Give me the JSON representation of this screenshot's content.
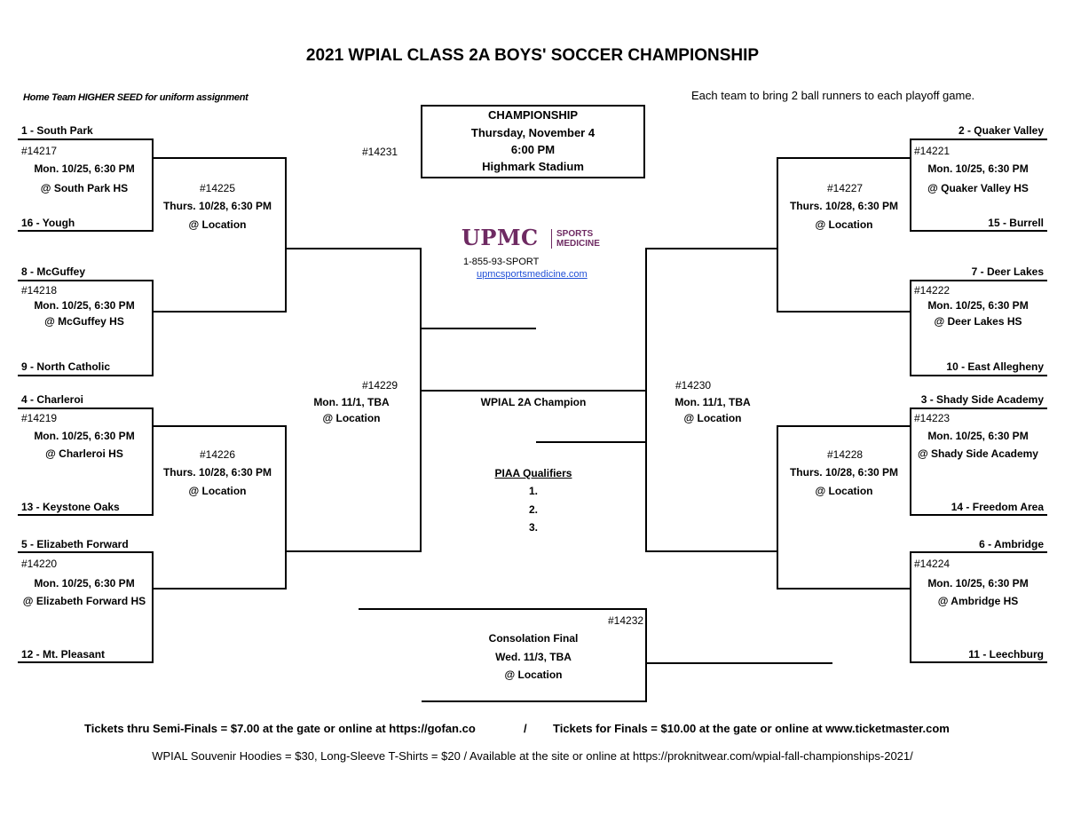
{
  "title": "2021 WPIAL CLASS 2A BOYS' SOCCER CHAMPIONSHIP",
  "home_note": "Home Team HIGHER SEED for uniform assignment",
  "ball_note": "Each team to bring 2 ball runners to each playoff game.",
  "championship": {
    "heading": "CHAMPIONSHIP",
    "date": "Thursday, November 4",
    "time": "6:00 PM",
    "venue": "Highmark Stadium",
    "game": "#14231"
  },
  "sponsor": {
    "logo_text": "UPMC",
    "logo_sub1": "SPORTS",
    "logo_sub2": "MEDICINE",
    "phone": "1-855-93-SPORT",
    "url": "upmcsportsmedicine.com"
  },
  "left": {
    "r1": [
      {
        "top": "1 - South Park",
        "game": "#14217",
        "date": "Mon. 10/25, 6:30 PM",
        "loc": "@ South Park HS",
        "bottom": "16 - Yough"
      },
      {
        "top": "8 - McGuffey",
        "game": "#14218",
        "date": "Mon. 10/25, 6:30 PM",
        "loc": "@ McGuffey HS",
        "bottom": "9 - North Catholic"
      },
      {
        "top": "4 - Charleroi",
        "game": "#14219",
        "date": "Mon. 10/25, 6:30 PM",
        "loc": "@ Charleroi HS",
        "bottom": "13 - Keystone Oaks"
      },
      {
        "top": "5 - Elizabeth Forward",
        "game": "#14220",
        "date": "Mon. 10/25, 6:30 PM",
        "loc": "@ Elizabeth Forward HS",
        "bottom": "12 - Mt. Pleasant"
      }
    ],
    "qf": [
      {
        "game": "#14225",
        "date": "Thurs. 10/28, 6:30 PM",
        "loc": "@ Location"
      },
      {
        "game": "#14226",
        "date": "Thurs. 10/28, 6:30 PM",
        "loc": "@ Location"
      }
    ],
    "sf": {
      "game": "#14229",
      "date": "Mon. 11/1, TBA",
      "loc": "@ Location"
    }
  },
  "right": {
    "r1": [
      {
        "top": "2 - Quaker Valley",
        "game": "#14221",
        "date": "Mon. 10/25, 6:30 PM",
        "loc": "@ Quaker Valley HS",
        "bottom": "15 - Burrell"
      },
      {
        "top": "7 - Deer Lakes",
        "game": "#14222",
        "date": "Mon. 10/25, 6:30 PM",
        "loc": "@ Deer Lakes HS",
        "bottom": "10 - East Allegheny"
      },
      {
        "top": "3 - Shady Side Academy",
        "game": "#14223",
        "date": "Mon. 10/25, 6:30 PM",
        "loc": "@ Shady Side Academy",
        "bottom": "14 - Freedom Area"
      },
      {
        "top": "6 - Ambridge",
        "game": "#14224",
        "date": "Mon. 10/25, 6:30 PM",
        "loc": "@ Ambridge HS",
        "bottom": "11 - Leechburg"
      }
    ],
    "qf": [
      {
        "game": "#14227",
        "date": "Thurs. 10/28, 6:30 PM",
        "loc": "@ Location"
      },
      {
        "game": "#14228",
        "date": "Thurs. 10/28, 6:30 PM",
        "loc": "@ Location"
      }
    ],
    "sf": {
      "game": "#14230",
      "date": "Mon. 11/1, TBA",
      "loc": "@ Location"
    }
  },
  "champion_label": "WPIAL 2A Champion",
  "piaa": {
    "heading": "PIAA Qualifiers",
    "items": [
      "1.",
      "2.",
      "3."
    ]
  },
  "consolation": {
    "game": "#14232",
    "title": "Consolation Final",
    "date": "Wed. 11/3, TBA",
    "loc": "@ Location"
  },
  "tickets_semis": "Tickets thru Semi-Finals = $7.00 at the gate or online at https://gofan.co",
  "tickets_sep": "/",
  "tickets_finals": "Tickets for Finals = $10.00 at the gate or online at www.ticketmaster.com",
  "merch": "WPIAL Souvenir Hoodies = $30, Long-Sleeve T-Shirts = $20 / Available at the site or online at https://proknitwear.com/wpial-fall-championships-2021/"
}
